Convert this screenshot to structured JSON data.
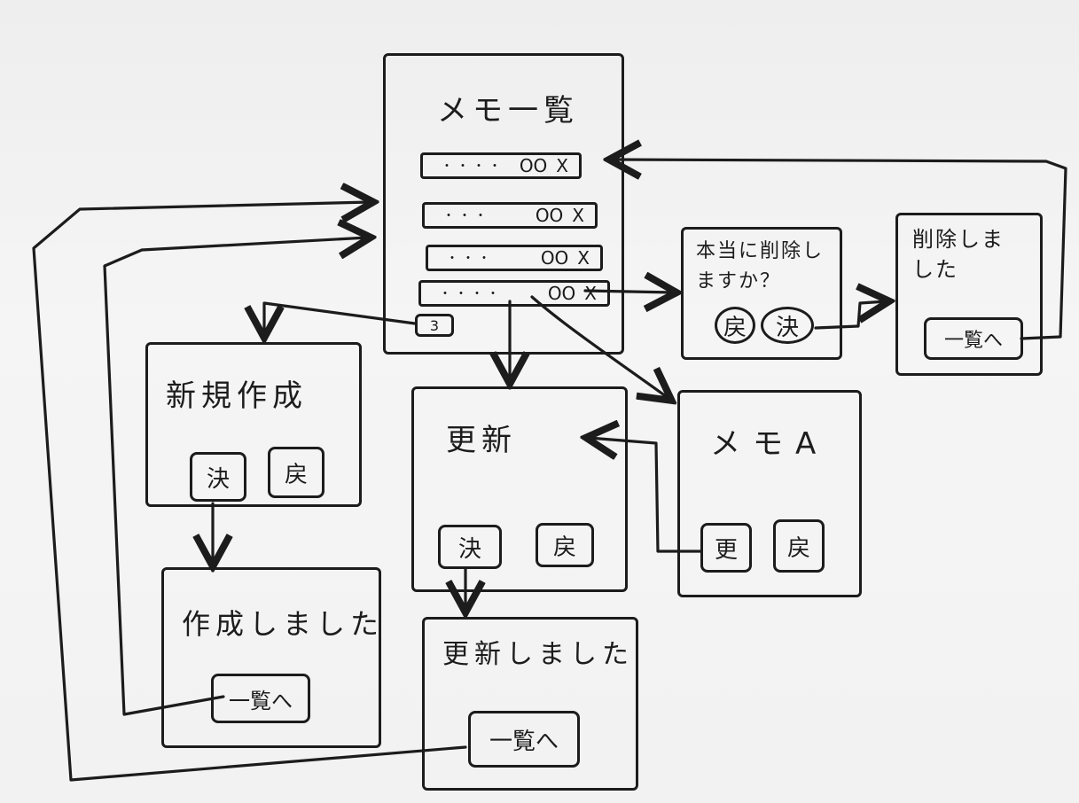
{
  "memo_list": {
    "title": "メモ一覧",
    "rows": [
      {
        "dots": "・・・・",
        "icon": "OO",
        "delete": "X"
      },
      {
        "dots": "・・・",
        "icon": "OO",
        "delete": "X"
      },
      {
        "dots": "・・・",
        "icon": "OO",
        "delete": "X"
      },
      {
        "dots": "・・・・",
        "icon": "OO",
        "delete": "X"
      }
    ],
    "pager": "3"
  },
  "confirm_delete": {
    "title": "本当に削除しますか？",
    "back": "戻",
    "ok": "決"
  },
  "deleted": {
    "title": "削除しました",
    "back_to_list": "一覧へ"
  },
  "new_memo": {
    "title": "新規作成",
    "ok": "決",
    "back": "戻"
  },
  "created": {
    "title": "作成しました",
    "back_to_list": "一覧へ"
  },
  "update": {
    "title": "更新",
    "ok": "決",
    "back": "戻"
  },
  "updated": {
    "title": "更新しました",
    "back_to_list": "一覧へ"
  },
  "memo_a": {
    "title": "メモA",
    "edit": "更",
    "back": "戻"
  },
  "colors": {
    "ink": "#1c1c1c",
    "board": "#f2f2f2"
  }
}
